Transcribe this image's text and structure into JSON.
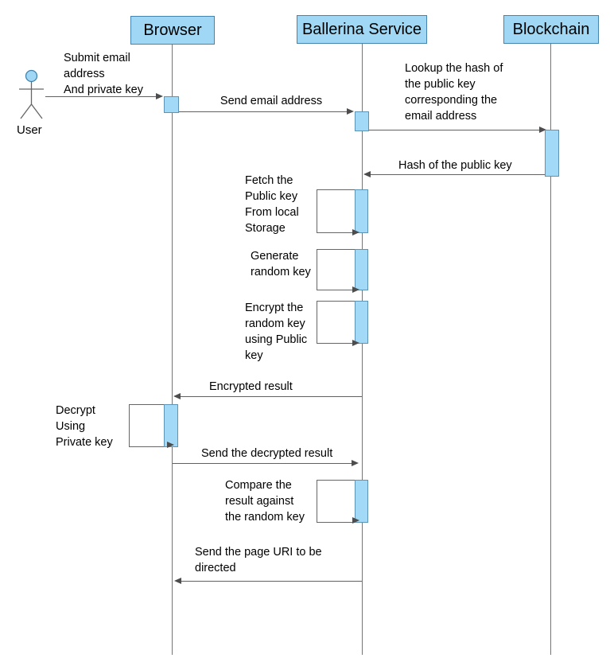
{
  "diagram": {
    "type": "uml-sequence",
    "colors": {
      "participant_fill": "#9fd7f4",
      "participant_border": "#4584ad",
      "activation_fill": "#a1d9f7",
      "line": "#616161",
      "text": "#000000"
    },
    "actor": {
      "label": "User"
    },
    "participants": [
      {
        "id": "browser",
        "label": "Browser"
      },
      {
        "id": "ballerina",
        "label": "Ballerina Service"
      },
      {
        "id": "blockchain",
        "label": "Blockchain"
      }
    ],
    "messages": [
      {
        "from": "user",
        "to": "browser",
        "kind": "arrow",
        "label": "Submit email\naddress\nAnd private key"
      },
      {
        "from": "browser",
        "to": "ballerina",
        "kind": "arrow",
        "label": "Send email address"
      },
      {
        "from": "ballerina",
        "to": "blockchain",
        "kind": "arrow",
        "label": "Lookup the hash of\nthe public key\ncorresponding the\nemail address"
      },
      {
        "from": "blockchain",
        "to": "ballerina",
        "kind": "arrow",
        "label": "Hash of the public key"
      },
      {
        "on": "ballerina",
        "kind": "self",
        "label": "Fetch the\nPublic key\nFrom local\nStorage"
      },
      {
        "on": "ballerina",
        "kind": "self",
        "label": "Generate\nrandom key"
      },
      {
        "on": "ballerina",
        "kind": "self",
        "label": "Encrypt the\nrandom key\nusing Public\nkey"
      },
      {
        "from": "ballerina",
        "to": "browser",
        "kind": "arrow",
        "label": "Encrypted result"
      },
      {
        "on": "browser",
        "kind": "self",
        "label": "Decrypt\nUsing\nPrivate key"
      },
      {
        "from": "browser",
        "to": "ballerina",
        "kind": "arrow",
        "label": "Send the decrypted result"
      },
      {
        "on": "ballerina",
        "kind": "self",
        "label": "Compare the\nresult against\nthe random key"
      },
      {
        "from": "ballerina",
        "to": "browser",
        "kind": "arrow",
        "label": "Send the page URI to be\ndirected"
      }
    ]
  }
}
